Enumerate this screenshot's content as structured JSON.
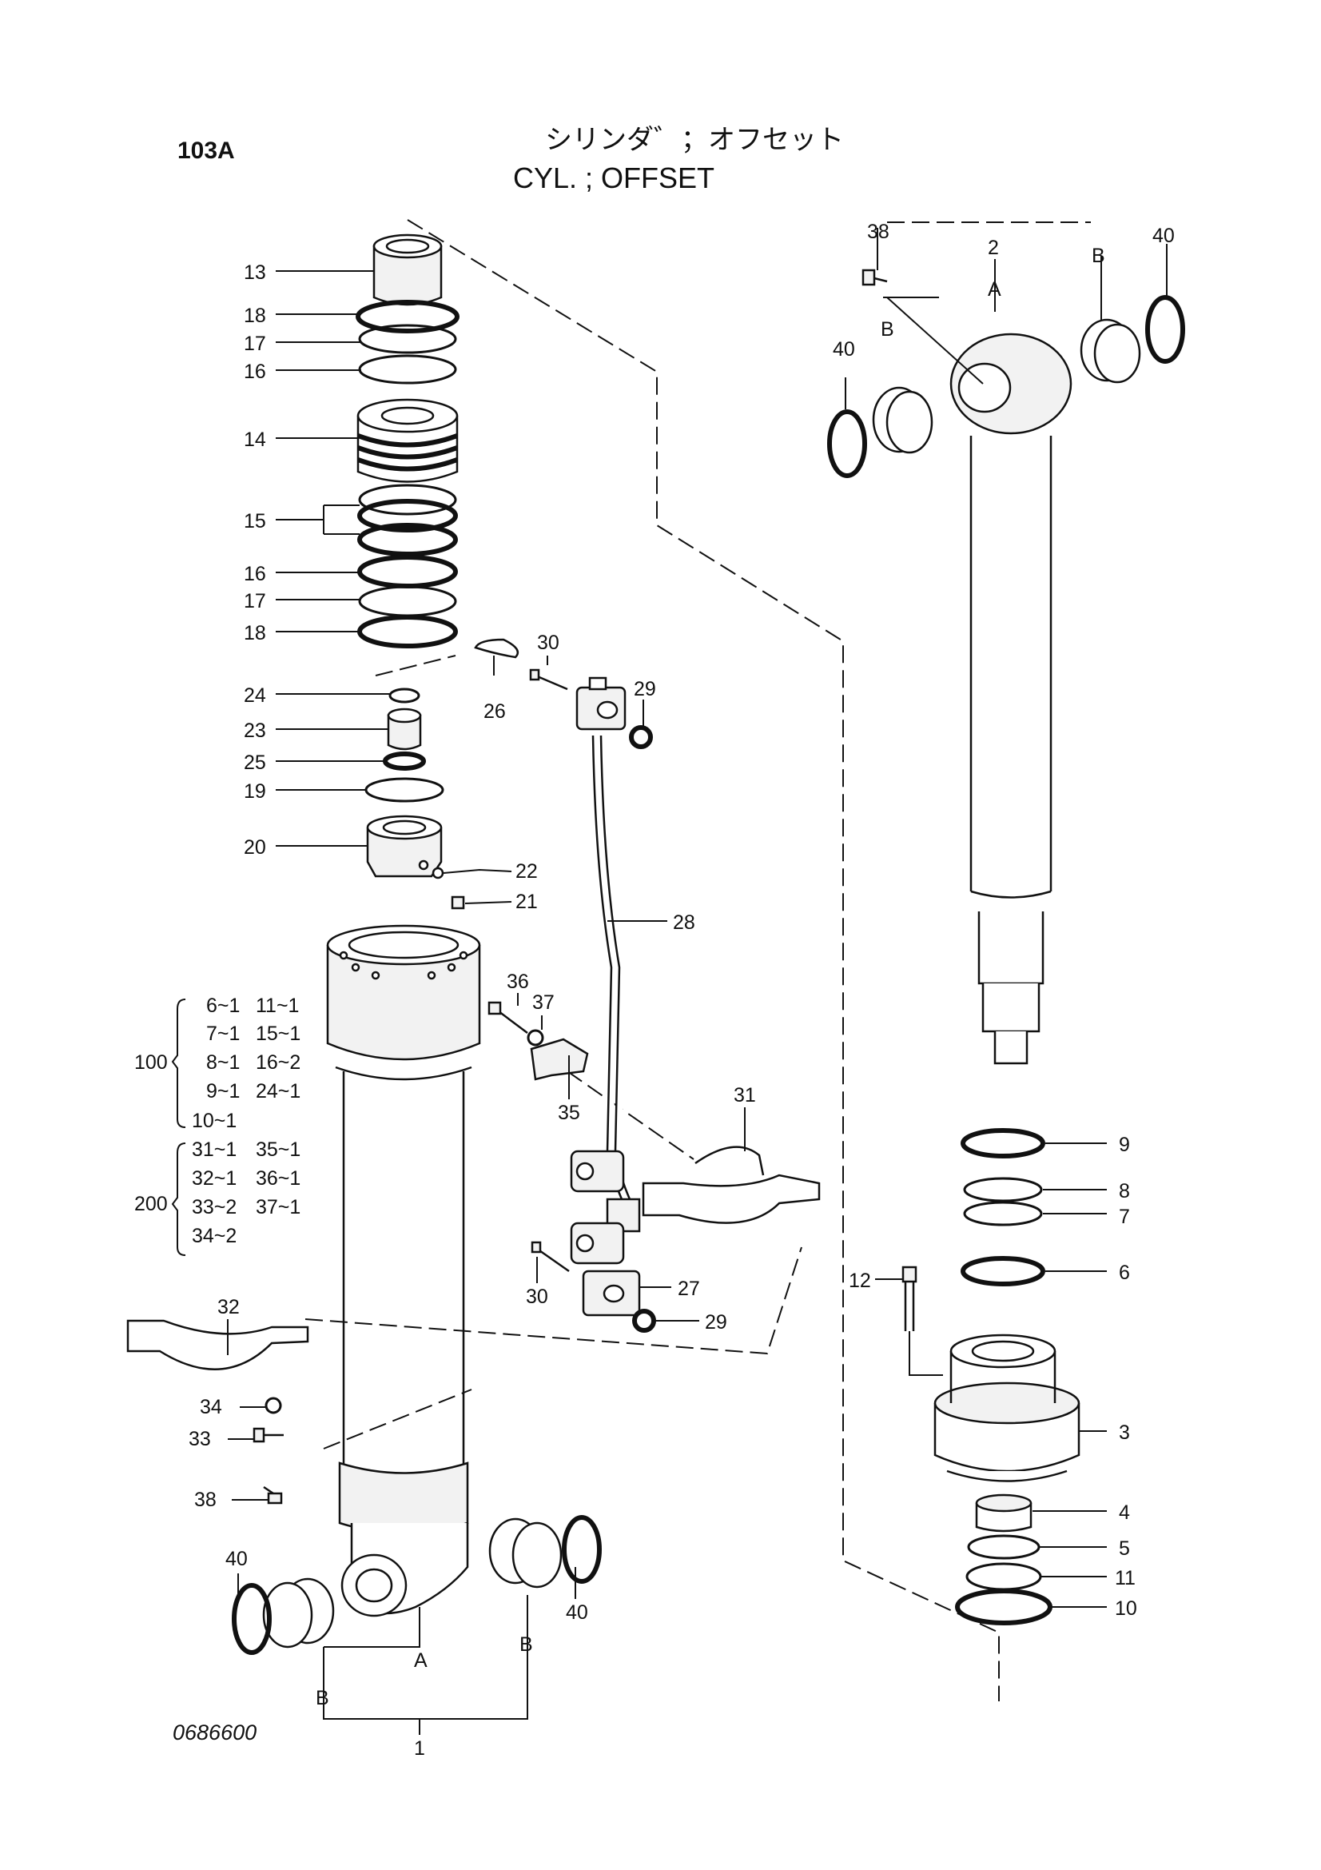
{
  "header": {
    "page_code": "103A",
    "title_jp": "シリンダ゛；オフセット",
    "title_en": "CYL. ; OFFSET"
  },
  "footer": {
    "drawing_number": "0686600"
  },
  "callouts": [
    {
      "id": "c13",
      "text": "13"
    },
    {
      "id": "c18a",
      "text": "18"
    },
    {
      "id": "c17a",
      "text": "17"
    },
    {
      "id": "c16a",
      "text": "16"
    },
    {
      "id": "c14",
      "text": "14"
    },
    {
      "id": "c15",
      "text": "15"
    },
    {
      "id": "c16b",
      "text": "16"
    },
    {
      "id": "c17b",
      "text": "17"
    },
    {
      "id": "c18b",
      "text": "18"
    },
    {
      "id": "c24",
      "text": "24"
    },
    {
      "id": "c23",
      "text": "23"
    },
    {
      "id": "c25",
      "text": "25"
    },
    {
      "id": "c19",
      "text": "19"
    },
    {
      "id": "c20",
      "text": "20"
    },
    {
      "id": "c22",
      "text": "22"
    },
    {
      "id": "c21",
      "text": "21"
    },
    {
      "id": "c26",
      "text": "26"
    },
    {
      "id": "c30a",
      "text": "30"
    },
    {
      "id": "c29a",
      "text": "29"
    },
    {
      "id": "c28",
      "text": "28"
    },
    {
      "id": "c36",
      "text": "36"
    },
    {
      "id": "c37",
      "text": "37"
    },
    {
      "id": "c35",
      "text": "35"
    },
    {
      "id": "c31",
      "text": "31"
    },
    {
      "id": "c27",
      "text": "27"
    },
    {
      "id": "c29b",
      "text": "29"
    },
    {
      "id": "c30b",
      "text": "30"
    },
    {
      "id": "c32",
      "text": "32"
    },
    {
      "id": "c34",
      "text": "34"
    },
    {
      "id": "c33",
      "text": "33"
    },
    {
      "id": "c38a",
      "text": "38"
    },
    {
      "id": "c40a",
      "text": "40"
    },
    {
      "id": "c40b",
      "text": "40"
    },
    {
      "id": "cBa",
      "text": "B"
    },
    {
      "id": "cBb",
      "text": "B"
    },
    {
      "id": "cAa",
      "text": "A"
    },
    {
      "id": "c1",
      "text": "1"
    },
    {
      "id": "c38b",
      "text": "38"
    },
    {
      "id": "c2",
      "text": "2"
    },
    {
      "id": "cBc",
      "text": "B"
    },
    {
      "id": "c40c",
      "text": "40"
    },
    {
      "id": "cAb",
      "text": "A"
    },
    {
      "id": "cBd",
      "text": "B"
    },
    {
      "id": "c40d",
      "text": "40"
    },
    {
      "id": "c9",
      "text": "9"
    },
    {
      "id": "c8",
      "text": "8"
    },
    {
      "id": "c7",
      "text": "7"
    },
    {
      "id": "c6",
      "text": "6"
    },
    {
      "id": "c12",
      "text": "12"
    },
    {
      "id": "c3",
      "text": "3"
    },
    {
      "id": "c4",
      "text": "4"
    },
    {
      "id": "c5",
      "text": "5"
    },
    {
      "id": "c11",
      "text": "11"
    },
    {
      "id": "c10",
      "text": "10"
    }
  ],
  "kits": [
    {
      "id": "100",
      "label": "100",
      "rows": [
        [
          "6~1",
          "11~1"
        ],
        [
          "7~1",
          "15~1"
        ],
        [
          "8~1",
          "16~2"
        ],
        [
          "9~1",
          "24~1"
        ],
        [
          "10~1",
          ""
        ]
      ]
    },
    {
      "id": "200",
      "label": "200",
      "rows": [
        [
          "31~1",
          "35~1"
        ],
        [
          "32~1",
          "36~1"
        ],
        [
          "33~2",
          "37~1"
        ],
        [
          "34~2",
          ""
        ]
      ]
    }
  ]
}
